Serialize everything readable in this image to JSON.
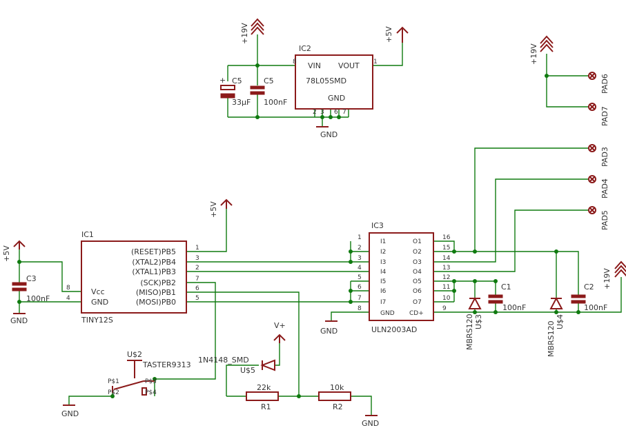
{
  "colors": {
    "part": "#8b1a1a",
    "wire": "#0f7a0f",
    "text": "#333333",
    "background": "#ffffff"
  },
  "power": {
    "p19v": "+19V",
    "p5v": "+5V",
    "gnd": "GND",
    "vplus": "V+"
  },
  "ic2": {
    "name": "IC2",
    "part": "78L05SMD",
    "vin": "VIN",
    "vout": "VOUT",
    "gnd": "GND",
    "pins": {
      "vin": "8",
      "vout": "1",
      "g2": "2",
      "g3": "3",
      "g6": "6",
      "g7": "7"
    }
  },
  "c5a": {
    "name": "C5",
    "value": "33µF",
    "plus": "+"
  },
  "c5b": {
    "name": "C5",
    "value": "100nF"
  },
  "pads": {
    "pad6": "PAD6",
    "pad7": "PAD7",
    "pad3": "PAD3",
    "pad4": "PAD4",
    "pad5": "PAD5"
  },
  "ic1": {
    "name": "IC1",
    "part": "TINY12S",
    "vcc": "Vcc",
    "gnd": "GND",
    "pins": [
      {
        "label": "(RESET)PB5",
        "num": "1"
      },
      {
        "label": "(XTAL2)PB4",
        "num": "3"
      },
      {
        "label": "(XTAL1)PB3",
        "num": "2"
      },
      {
        "label": "(SCK)PB2",
        "num": "7"
      },
      {
        "label": "(MISO)PB1",
        "num": "6"
      },
      {
        "label": "(MOSI)PB0",
        "num": "5"
      }
    ],
    "vcc_pin": "8",
    "gnd_pin": "4"
  },
  "c3": {
    "name": "C3",
    "value": "100nF"
  },
  "ic3": {
    "name": "IC3",
    "part": "ULN2003AD",
    "inputs": [
      "I1",
      "I2",
      "I3",
      "I4",
      "I5",
      "I6",
      "I7"
    ],
    "outputs": [
      "O1",
      "O2",
      "O3",
      "O4",
      "O5",
      "O6",
      "O7"
    ],
    "gnd": "GND",
    "cd": "CD+",
    "left_pins": [
      "1",
      "2",
      "3",
      "4",
      "5",
      "6",
      "7",
      "8"
    ],
    "right_pins": [
      "16",
      "15",
      "14",
      "13",
      "12",
      "11",
      "10",
      "9"
    ]
  },
  "c1": {
    "name": "C1",
    "value": "100nF"
  },
  "c2": {
    "name": "C2",
    "value": "100nF"
  },
  "d3": {
    "part": "MBRS120",
    "name": "U$3"
  },
  "d4": {
    "part": "MBRS120",
    "name": "U$4"
  },
  "d5": {
    "part": "1N4148_SMD",
    "name": "U$5"
  },
  "switch": {
    "name": "U$2",
    "part": "TASTER9313",
    "p1": "P$1",
    "p2": "P$2",
    "p3": "P$3",
    "p4": "P$4"
  },
  "r1": {
    "name": "R1",
    "value": "22k"
  },
  "r2": {
    "name": "R2",
    "value": "10k"
  }
}
